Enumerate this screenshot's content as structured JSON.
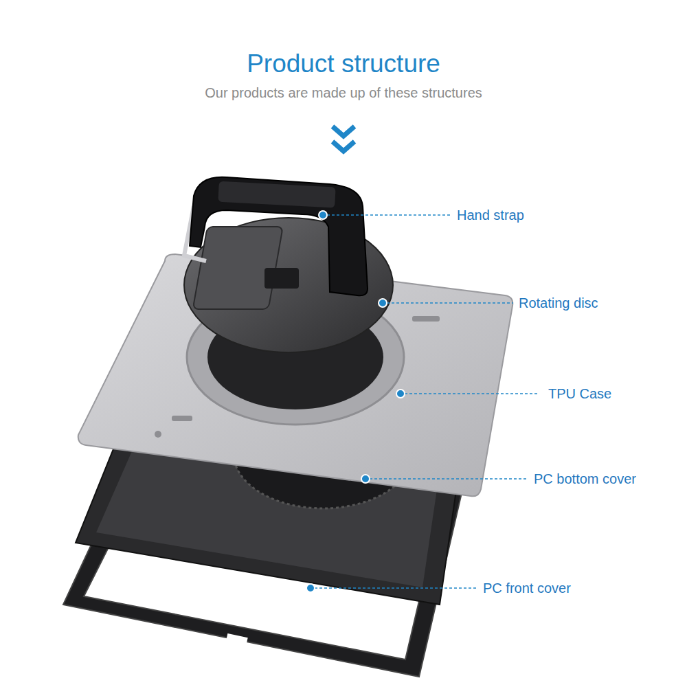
{
  "diagram": {
    "title": "Product structure",
    "labels": [
      "Our products are made up of these structures",
      "Hand strap",
      "Rotating disc",
      "TPU Case",
      "PC bottom cover",
      "PC front cover"
    ]
  }
}
